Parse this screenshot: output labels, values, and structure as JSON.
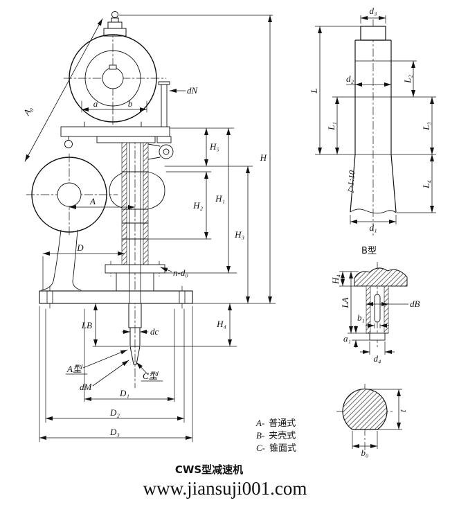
{
  "page": {
    "caption": "CWS型减速机",
    "watermark": {
      "text": "www.jiansuji001.com",
      "color": "#ee6aa7"
    }
  },
  "legend": {
    "items": [
      {
        "key": "A-",
        "label": "普通式"
      },
      {
        "key": "B-",
        "label": "夹壳式"
      },
      {
        "key": "C-",
        "label": "锥面式"
      }
    ]
  },
  "main_view": {
    "dims": {
      "a0": "A₀",
      "a": "a",
      "b": "b",
      "dn": "dN",
      "h5": "H₅",
      "h1": "H₁",
      "h2": "H₂",
      "h3": "H₃",
      "h": "H",
      "h4": "H₄",
      "a_center": "A",
      "d": "D",
      "nd0": "n-d₀",
      "lb": "LB",
      "dc": "dc",
      "dm": "dM",
      "d1": "D₁",
      "d2": "D₂",
      "d3": "D₃"
    },
    "types": {
      "a": "A型",
      "c": "C型"
    }
  },
  "shaft_view": {
    "dims": {
      "d3": "d₃",
      "d2": "d₂",
      "d1": "d₁",
      "l": "L",
      "l1": "L₁",
      "l2": "L₂",
      "l3": "L₃",
      "l4": "L₄",
      "taper": "▷1:10"
    }
  },
  "b_view": {
    "title": "B型",
    "dims": {
      "h4": "H₄",
      "la": "LA",
      "db": "dB",
      "b1": "b₁",
      "a1": "a₁",
      "d4": "d₄"
    }
  },
  "section_view": {
    "dims": {
      "t": "t",
      "b0": "b₀"
    }
  }
}
